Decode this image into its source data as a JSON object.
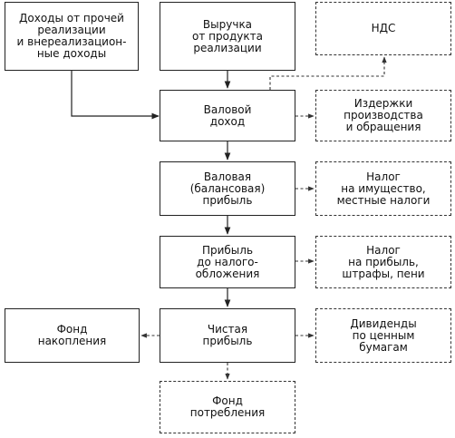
{
  "nodes": {
    "other_income": "Доходы от прочей\nреализации\nи внереализацион-\nные доходы",
    "revenue": "Выручка\nот продукта\nреализации",
    "vat": "НДС",
    "gross_income": "Валовой\nдоход",
    "costs": "Издержки\nпроизводства\nи обращения",
    "gross_profit": "Валовая\n(балансовая)\nприбыль",
    "property_tax": "Налог\nна имущество,\nместные налоги",
    "pretax_profit": "Прибыль\nдо налого-\nобложения",
    "profit_tax": "Налог\nна прибыль,\nштрафы, пени",
    "net_profit": "Чистая\nприбыль",
    "accumulation_fund": "Фонд\nнакопления",
    "dividends": "Дивиденды\nпо ценным\nбумагам",
    "consumption_fund": "Фонд\nпотребления"
  }
}
